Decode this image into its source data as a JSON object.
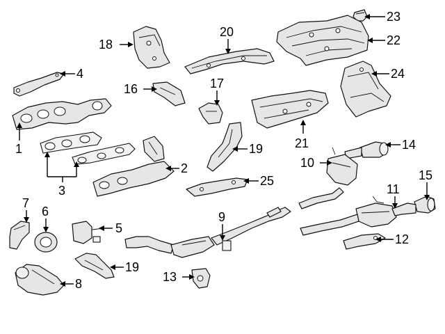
{
  "callouts": {
    "c1": "1",
    "c2": "2",
    "c3": "3",
    "c4": "4",
    "c5": "5",
    "c6": "6",
    "c7": "7",
    "c8": "8",
    "c9": "9",
    "c10": "10",
    "c11": "11",
    "c12": "12",
    "c13": "13",
    "c14": "14",
    "c15": "15",
    "c16": "16",
    "c17": "17",
    "c18": "18",
    "c19a": "19",
    "c19b": "19",
    "c20": "20",
    "c21": "21",
    "c22": "22",
    "c23": "23",
    "c24": "24",
    "c25": "25"
  }
}
